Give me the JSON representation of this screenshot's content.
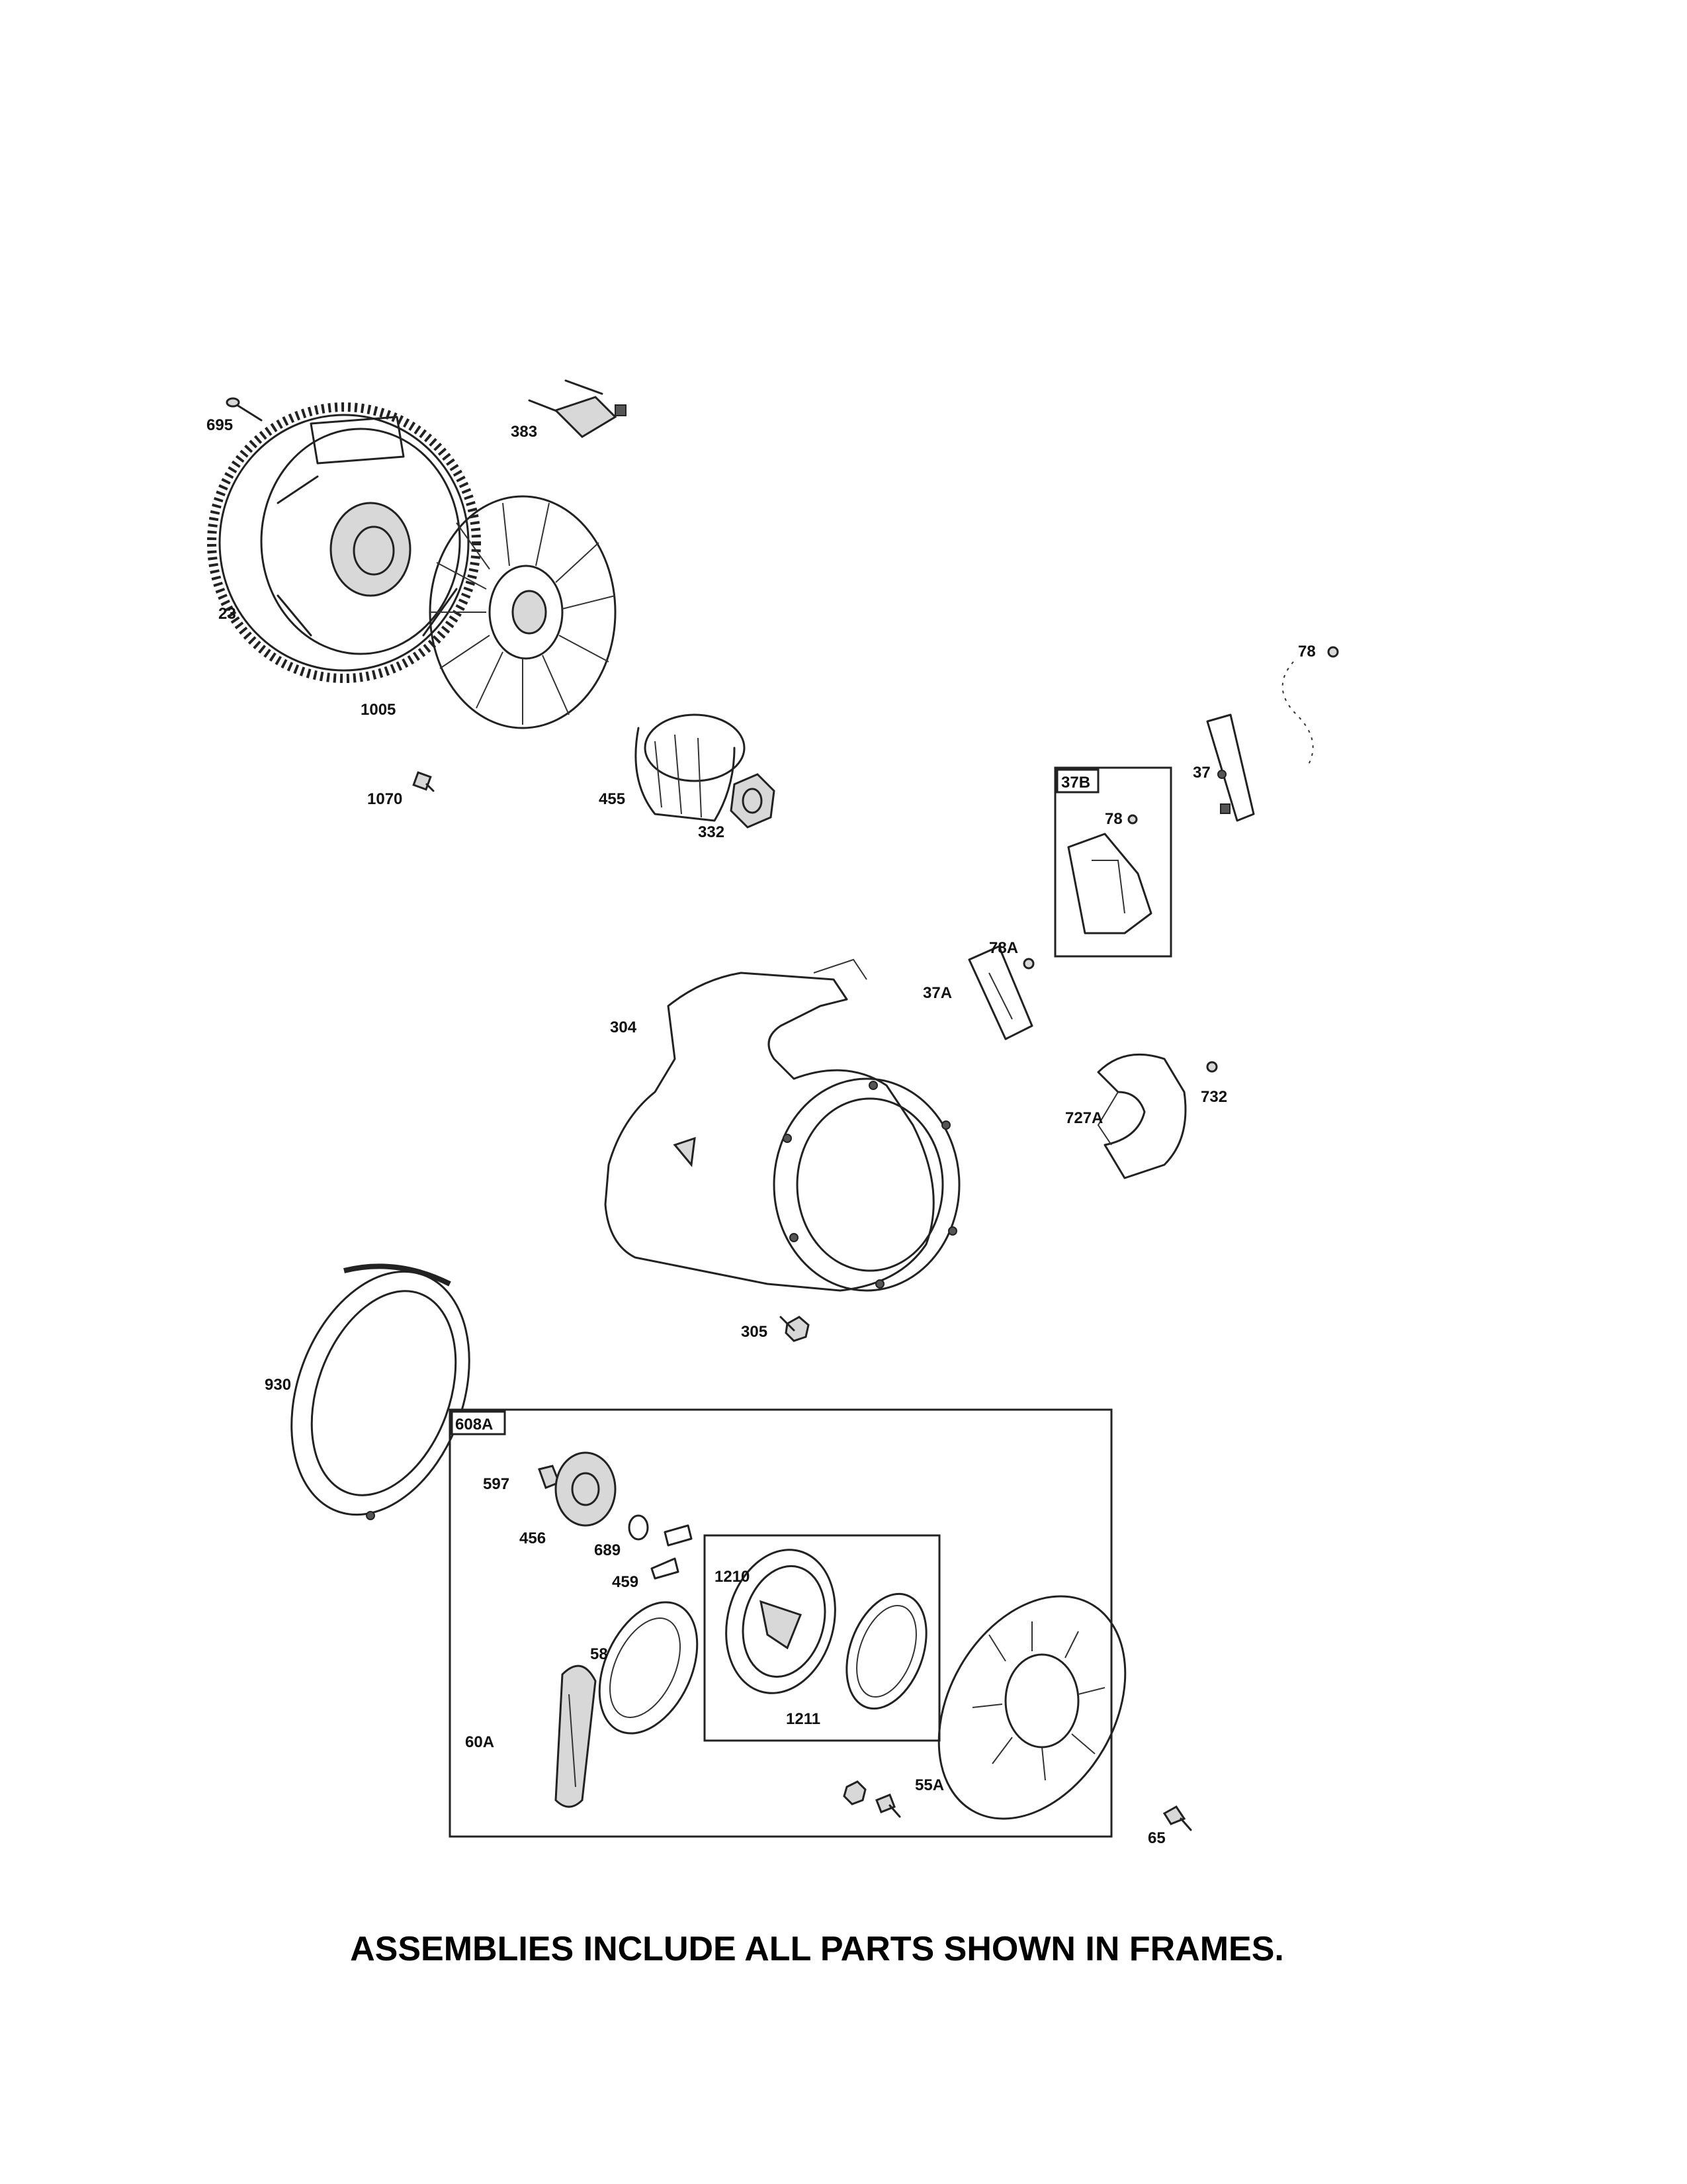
{
  "labels": {
    "p695": "695",
    "p383": "383",
    "p23": "23",
    "p1005": "1005",
    "p1070": "1070",
    "p455": "455",
    "p332": "332",
    "p78_top": "78",
    "p37": "37",
    "p37B": "37B",
    "p78_box": "78",
    "p78A": "78A",
    "p37A": "37A",
    "p304": "304",
    "p727A": "727A",
    "p732": "732",
    "p305": "305",
    "p930": "930",
    "p608A": "608A",
    "p597": "597",
    "p456": "456",
    "p689": "689",
    "p459": "459",
    "p1210": "1210",
    "p58": "58",
    "p60A": "60A",
    "p1211": "1211",
    "p55A": "55A",
    "p65": "65"
  },
  "footer": "ASSEMBLIES INCLUDE ALL PARTS SHOWN IN FRAMES."
}
